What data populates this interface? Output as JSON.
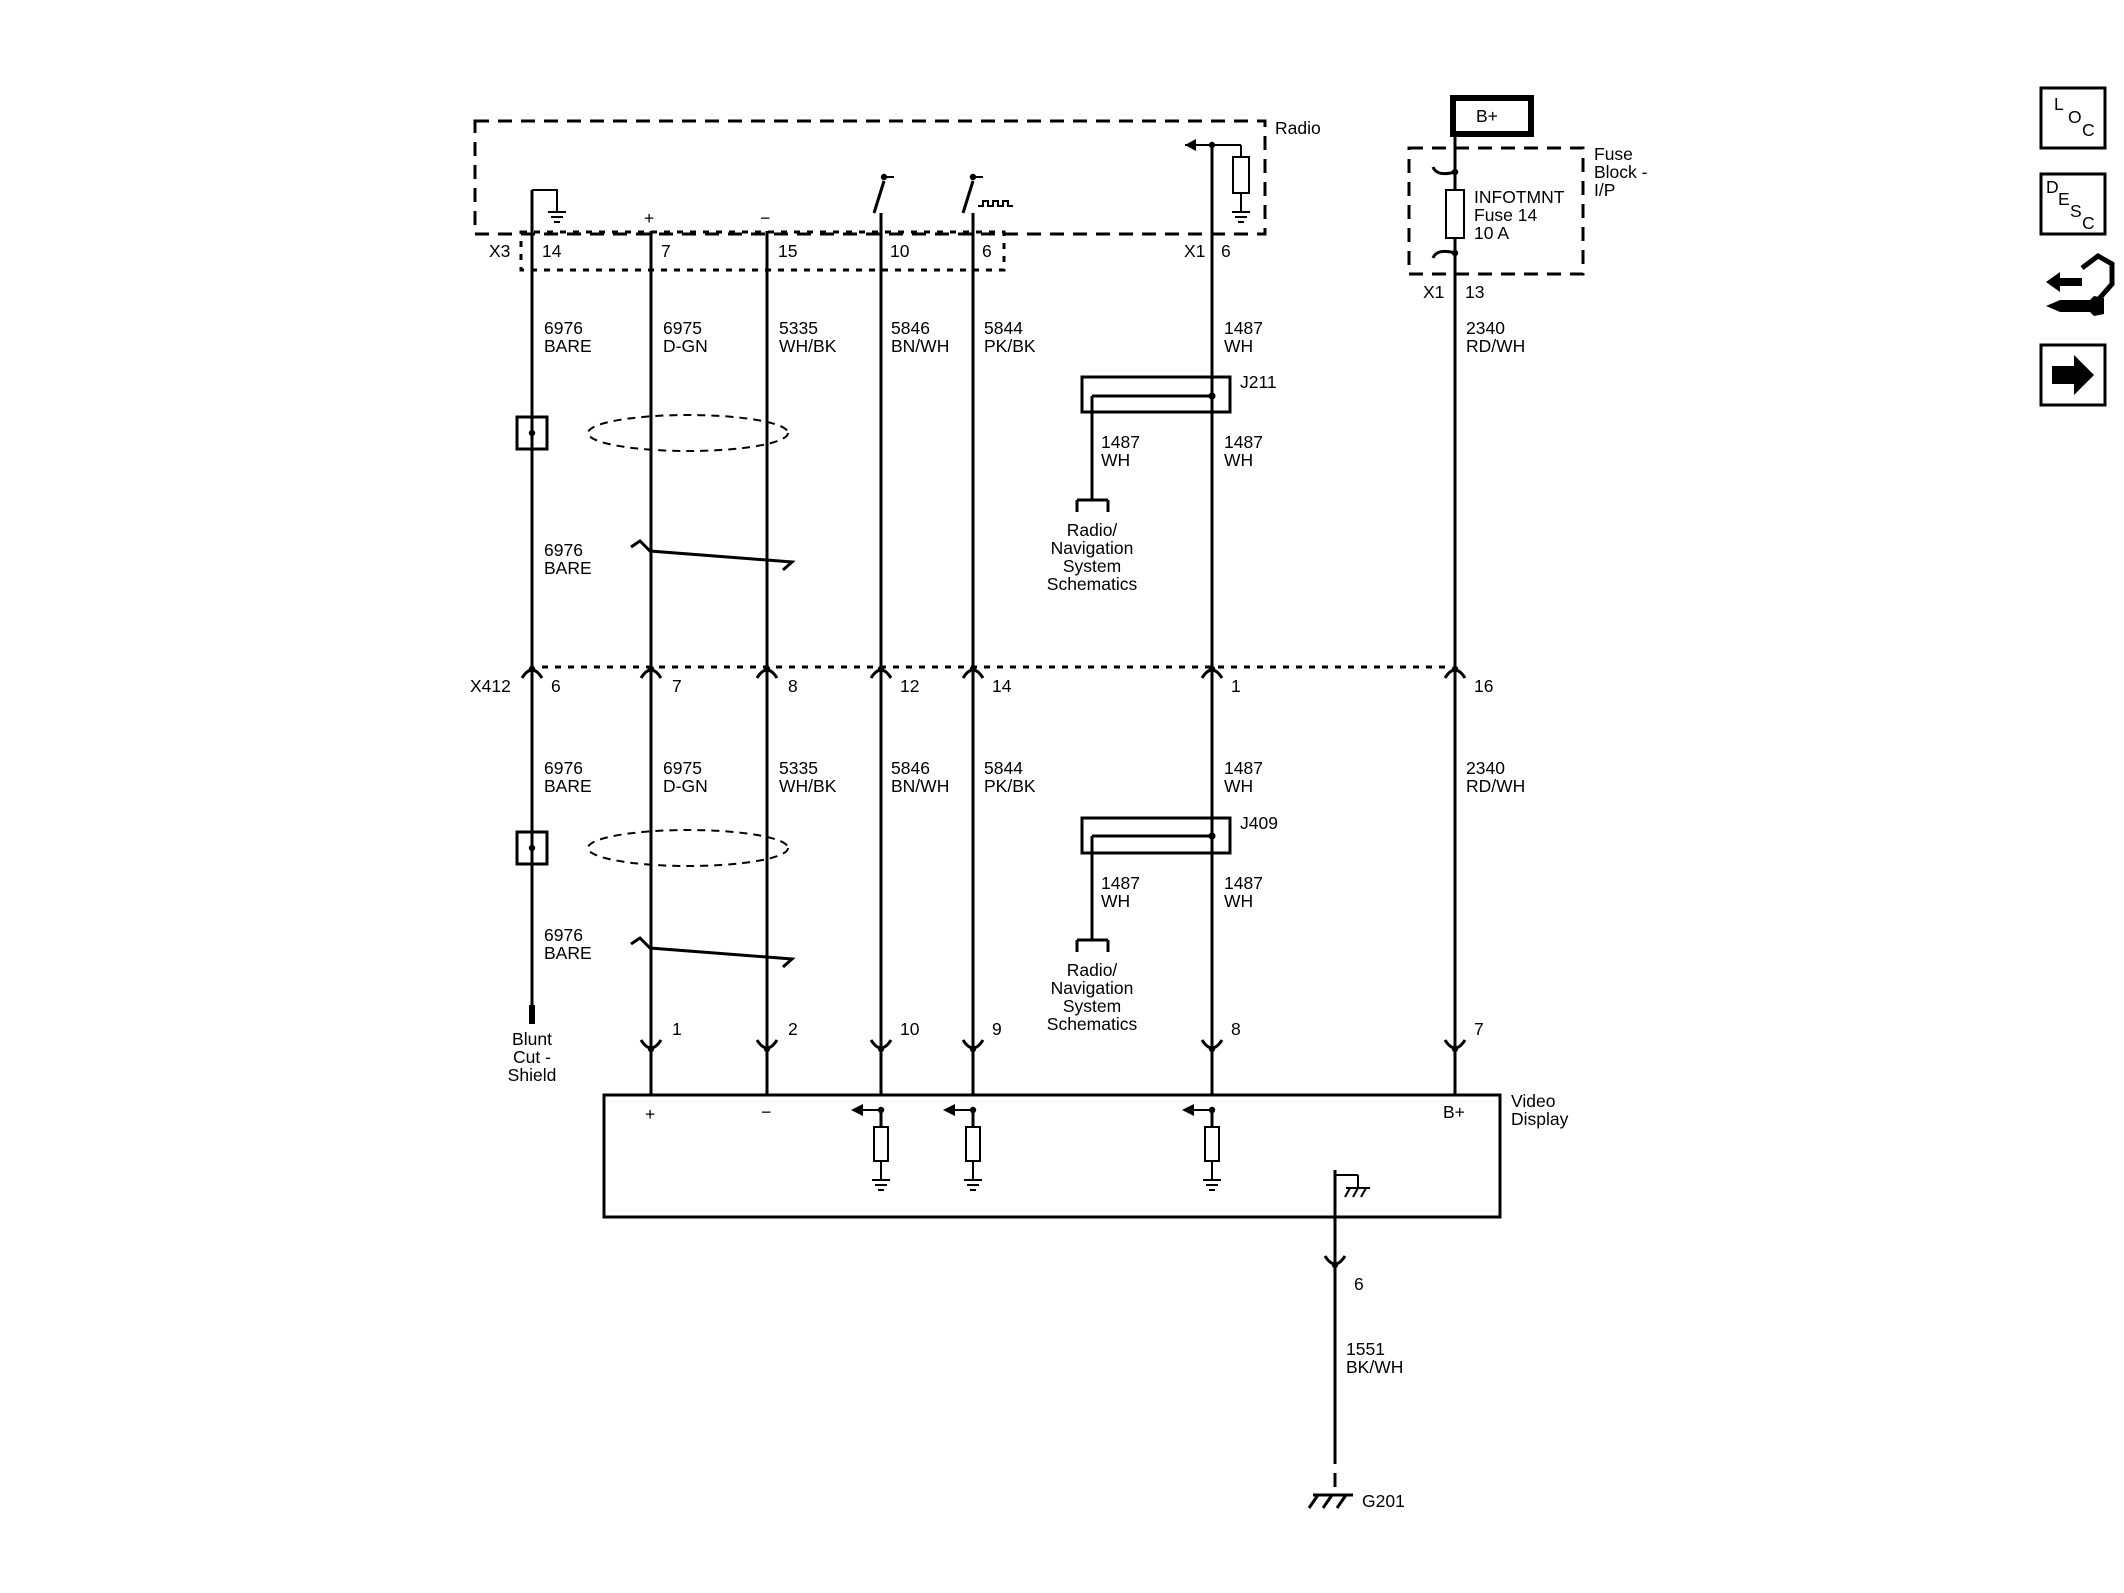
{
  "components": {
    "radio": "Radio",
    "video_display": "Video Display",
    "fuse_block": [
      "Fuse",
      "Block -",
      "I/P"
    ],
    "fuse": [
      "INFOTMNT",
      "Fuse 14",
      "10 A"
    ],
    "b_plus": "B+",
    "ground": "G201",
    "blunt_cut": [
      "Blunt",
      "Cut -",
      "Shield"
    ]
  },
  "connectors": {
    "x3": {
      "name": "X3",
      "pins": [
        "14",
        "7",
        "15",
        "10",
        "6"
      ]
    },
    "x1_radio": {
      "name": "X1",
      "pin": "6"
    },
    "x1_fuse": {
      "name": "X1",
      "pin": "13"
    },
    "x412": {
      "name": "X412",
      "pins": [
        "6",
        "7",
        "8",
        "12",
        "14",
        "1",
        "16"
      ]
    },
    "video_pins": [
      "1",
      "2",
      "10",
      "9",
      "8",
      "7"
    ],
    "ground_pin": "6"
  },
  "symbols": {
    "plus": "+",
    "minus": "−"
  },
  "splices": {
    "j211": "J211",
    "j409": "J409"
  },
  "wires": {
    "w6976": [
      "6976",
      "BARE"
    ],
    "w6975": [
      "6975",
      "D-GN"
    ],
    "w5335": [
      "5335",
      "WH/BK"
    ],
    "w5846": [
      "5846",
      "BN/WH"
    ],
    "w5844": [
      "5844",
      "PK/BK"
    ],
    "w1487": [
      "1487",
      "WH"
    ],
    "w2340": [
      "2340",
      "RD/WH"
    ],
    "w1551": [
      "1551",
      "BK/WH"
    ]
  },
  "refs": {
    "radio_nav": [
      "Radio/",
      "Navigation",
      "System",
      "Schematics"
    ]
  },
  "nav_buttons": {
    "loc": [
      "L",
      "O",
      "C"
    ],
    "desc": [
      "D",
      "E",
      "S",
      "C"
    ]
  }
}
